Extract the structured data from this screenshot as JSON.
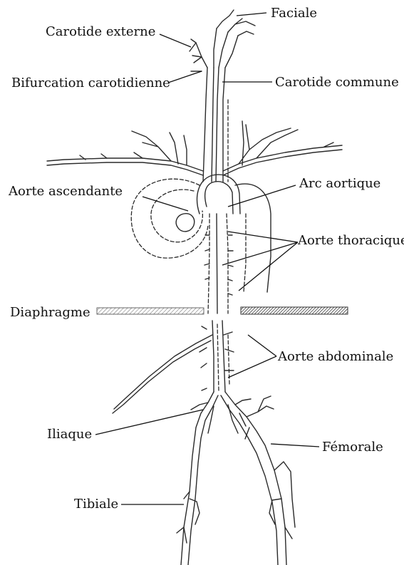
{
  "labels": {
    "faciale": "Faciale",
    "carotide_externe": "Carotide externe",
    "bifurcation_carotidienne": "Bifurcation carotidienne",
    "carotide_commune": "Carotide commune",
    "aorte_ascendante": "Aorte ascendante",
    "arc_aortique": "Arc aortique",
    "aorte_thoracique": "Aorte thoracique",
    "diaphragme": "Diaphragme",
    "aorte_abdominale": "Aorte abdominale",
    "iliaque": "Iliaque",
    "femorale": "Fémorale",
    "tibiale": "Tibiale"
  }
}
